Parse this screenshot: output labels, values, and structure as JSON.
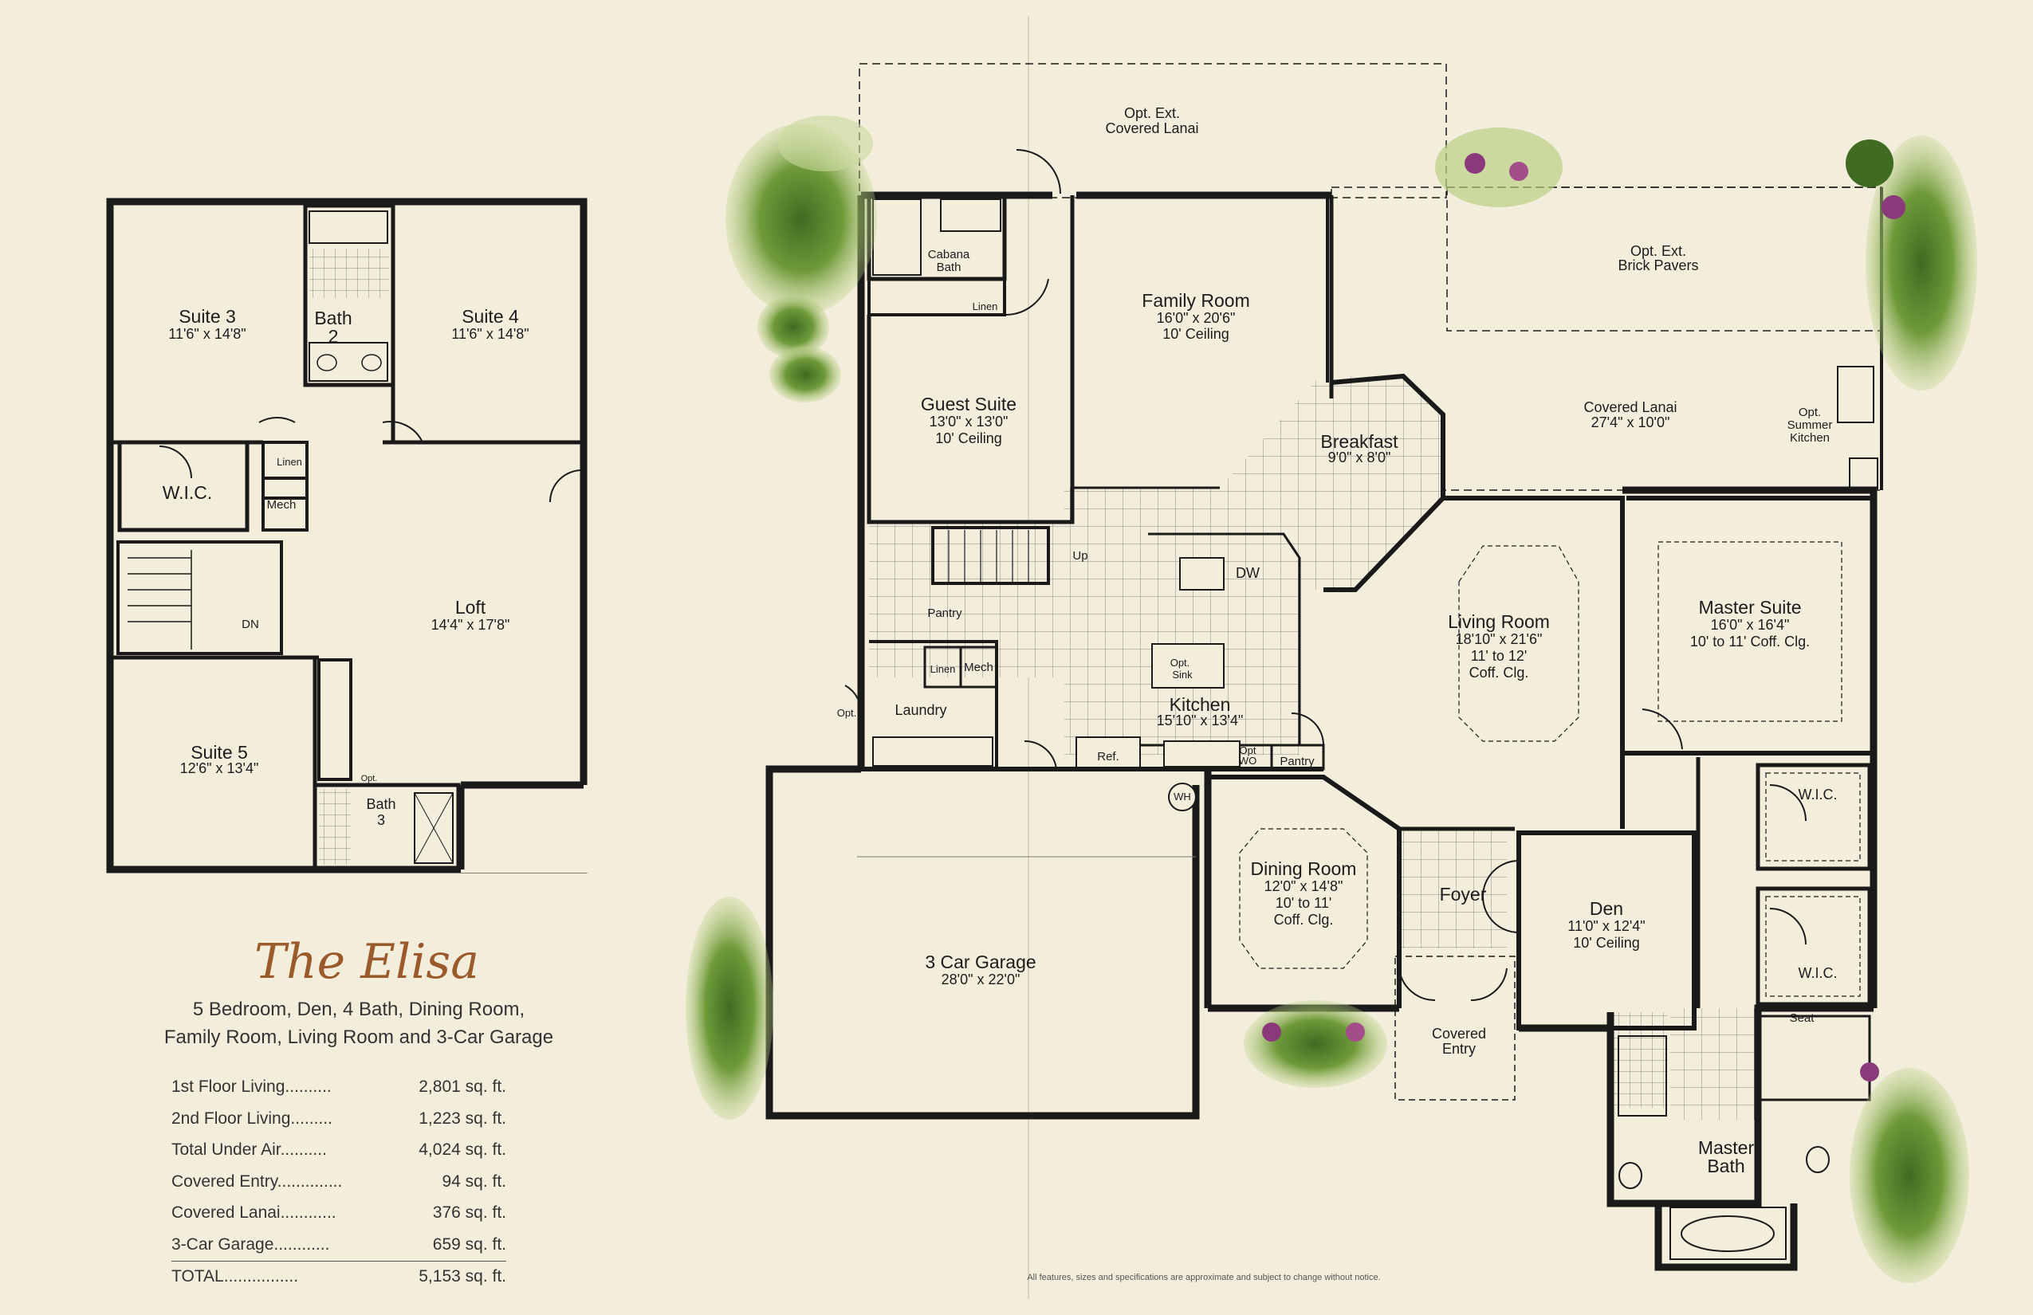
{
  "plan_name": "The Elisa",
  "description_line1": "5 Bedroom, Den, 4 Bath, Dining Room,",
  "description_line2": "Family Room, Living Room and 3-Car Garage",
  "square_footage": [
    {
      "label": "1st Floor Living",
      "dots": "..........",
      "value": "2,801 sq. ft."
    },
    {
      "label": "2nd Floor Living",
      "dots": ".........",
      "value": "1,223 sq. ft."
    },
    {
      "label": "Total Under Air",
      "dots": "..........",
      "value": "4,024 sq. ft."
    },
    {
      "label": "Covered Entry",
      "dots": "..............",
      "value": "94 sq. ft."
    },
    {
      "label": "Covered Lanai",
      "dots": "............",
      "value": "376 sq. ft."
    },
    {
      "label": "3-Car Garage",
      "dots": "............",
      "value": "659 sq. ft."
    },
    {
      "label": "TOTAL",
      "dots": "................",
      "value": "5,153 sq. ft."
    }
  ],
  "disclaimer": "All features, sizes and specifications are approximate and subject to change without notice.",
  "second_floor": {
    "suite3": {
      "name": "Suite 3",
      "dims": "11'6\" x 14'8\""
    },
    "suite4": {
      "name": "Suite 4",
      "dims": "11'6\" x 14'8\""
    },
    "bath2": {
      "name": "Bath",
      "num": "2"
    },
    "wic": "W.I.C.",
    "linen": "Linen",
    "mech": "Mech",
    "dn": "DN",
    "loft": {
      "name": "Loft",
      "dims": "14'4\" x 17'8\""
    },
    "suite5": {
      "name": "Suite 5",
      "dims": "12'6\" x 13'4\""
    },
    "bath3": {
      "name": "Bath",
      "num": "3",
      "opt": "Opt."
    }
  },
  "first_floor": {
    "opt_ext_lanai": {
      "line1": "Opt. Ext.",
      "line2": "Covered Lanai"
    },
    "cabana_bath": {
      "line1": "Cabana",
      "line2": "Bath"
    },
    "linen": "Linen",
    "family_room": {
      "name": "Family Room",
      "dims": "16'0\" x 20'6\"",
      "note": "10' Ceiling"
    },
    "opt_ext_pavers": {
      "line1": "Opt. Ext.",
      "line2": "Brick Pavers"
    },
    "guest_suite": {
      "name": "Guest Suite",
      "dims": "13'0\" x 13'0\"",
      "note": "10' Ceiling"
    },
    "breakfast": {
      "name": "Breakfast",
      "dims": "9'0\" x 8'0\""
    },
    "covered_lanai": {
      "name": "Covered Lanai",
      "dims": "27'4\" x 10'0\""
    },
    "summer_kitchen": {
      "line1": "Opt.",
      "line2": "Summer",
      "line3": "Kitchen"
    },
    "up": "Up",
    "dw": "DW",
    "pantry1": "Pantry",
    "living_room": {
      "name": "Living Room",
      "dims": "18'10\" x 21'6\"",
      "note1": "11' to 12'",
      "note2": "Coff. Clg."
    },
    "master_suite": {
      "name": "Master Suite",
      "dims": "16'0\" x 16'4\"",
      "note": "10' to 11' Coff. Clg."
    },
    "linen2": "Linen",
    "mech": "Mech",
    "opt_sink": {
      "line1": "Opt.",
      "line2": "Sink"
    },
    "laundry": "Laundry",
    "opt": "Opt.",
    "kitchen": {
      "name": "Kitchen",
      "dims": "15'10\" x 13'4\""
    },
    "ref": "Ref.",
    "opt_wo": {
      "line1": "Opt",
      "line2": "WO"
    },
    "pantry2": "Pantry",
    "wh": "WH",
    "wic1": "W.I.C.",
    "wic2": "W.I.C.",
    "dining_room": {
      "name": "Dining Room",
      "dims": "12'0\" x 14'8\"",
      "note1": "10' to 11'",
      "note2": "Coff. Clg."
    },
    "foyer": "Foyer",
    "den": {
      "name": "Den",
      "dims": "11'0\" x 12'4\"",
      "note": "10' Ceiling"
    },
    "garage": {
      "name": "3 Car Garage",
      "dims": "28'0\" x 22'0\""
    },
    "covered_entry": {
      "line1": "Covered",
      "line2": "Entry"
    },
    "seat": "Seat",
    "master_bath": {
      "line1": "Master",
      "line2": "Bath"
    }
  },
  "colors": {
    "paper": "#f3eedb",
    "wall": "#1a1a1a",
    "tile": "#8a8a8a",
    "title": "#9b5a2c",
    "shrub": "#6f9a3a",
    "flower": "#8a3a7a"
  }
}
